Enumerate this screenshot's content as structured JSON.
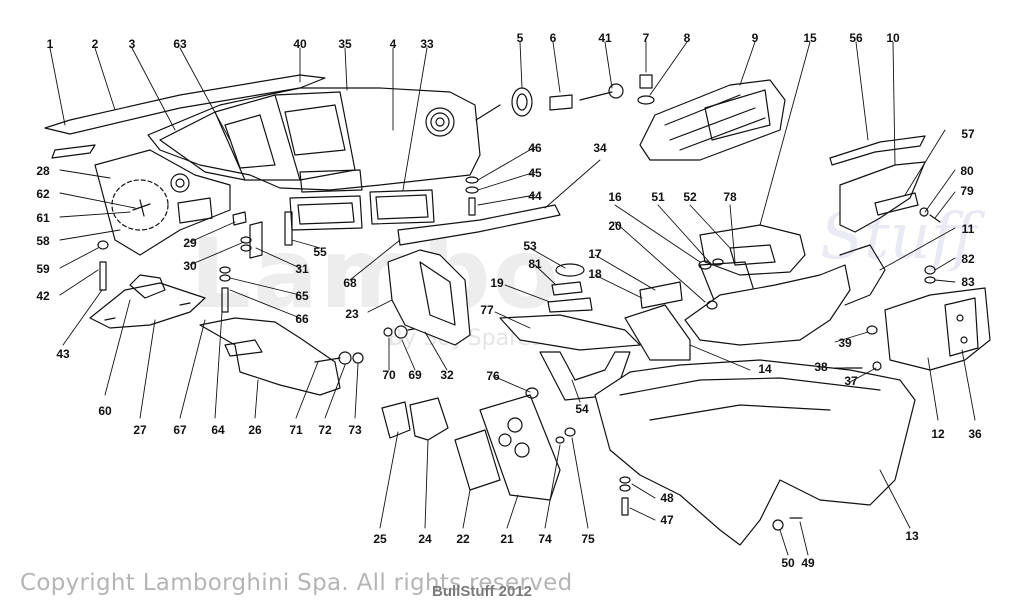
{
  "watermark": {
    "brand": "Lambo",
    "script": "Stuff",
    "sub": "By S&J Spares"
  },
  "footer": {
    "copyright": "Copyright Lamborghini Spa. All rights reserved",
    "overlay": "BullStuff 2012"
  },
  "callouts": {
    "top": [
      "1",
      "2",
      "3",
      "63",
      "40",
      "35",
      "4",
      "33",
      "5",
      "6",
      "41",
      "7",
      "8",
      "9",
      "15",
      "56",
      "10"
    ],
    "side_left": [
      "28",
      "62",
      "61",
      "58",
      "59",
      "42",
      "43",
      "60"
    ],
    "right": [
      "57",
      "80",
      "79",
      "11",
      "82",
      "83",
      "39",
      "38",
      "37",
      "36",
      "12",
      "13"
    ],
    "middle": [
      "46",
      "45",
      "44",
      "34",
      "29",
      "30",
      "31",
      "55",
      "68",
      "65",
      "66",
      "23",
      "70",
      "69",
      "32",
      "16",
      "51",
      "52",
      "78",
      "53",
      "81",
      "17",
      "18",
      "19",
      "20",
      "77",
      "14",
      "76",
      "54"
    ],
    "bottom": [
      "27",
      "67",
      "64",
      "26",
      "71",
      "72",
      "73",
      "25",
      "24",
      "22",
      "21",
      "74",
      "75",
      "48",
      "47",
      "50",
      "49"
    ]
  }
}
